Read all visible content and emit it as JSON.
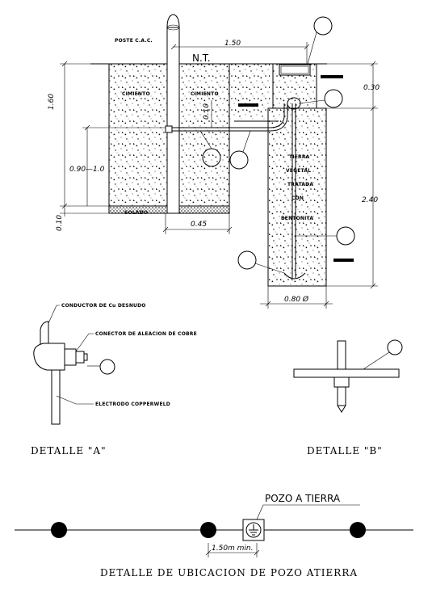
{
  "main_drawing": {
    "labels": {
      "poste": "POSTE C.A.C.",
      "nt": "N.T.",
      "cimiento_left": "CIMIENTO",
      "cimiento_right": "CIMIENTO",
      "tierra_lines": [
        "TIERRA",
        "VEGETAL",
        "TRATADA",
        "CON",
        "BENTONITA"
      ],
      "solado": "SOLADO"
    },
    "dimensions": {
      "top_width": "1.50",
      "left_height": "1.60",
      "left_mid": "0.90—1.0",
      "left_bottom": "0.10",
      "inner_010": "0.10",
      "bottom_width": "0.45",
      "right_top": "0.30",
      "right_height": "2.40",
      "well_diameter": "0.80 Ø"
    }
  },
  "detail_a": {
    "title": "DETALLE \"A\"",
    "conductor": "CONDUCTOR DE Cu DESNUDO",
    "conector": "CONECTOR DE ALEACION DE COBRE",
    "electrodo": "ELECTRODO COPPERWELD"
  },
  "detail_b": {
    "title": "DETALLE \"B\""
  },
  "ubicacion": {
    "pozo_label": "POZO A TIERRA",
    "spacing": "1.50m min.",
    "title": "DETALLE DE UBICACION DE POZO ATIERRA"
  }
}
